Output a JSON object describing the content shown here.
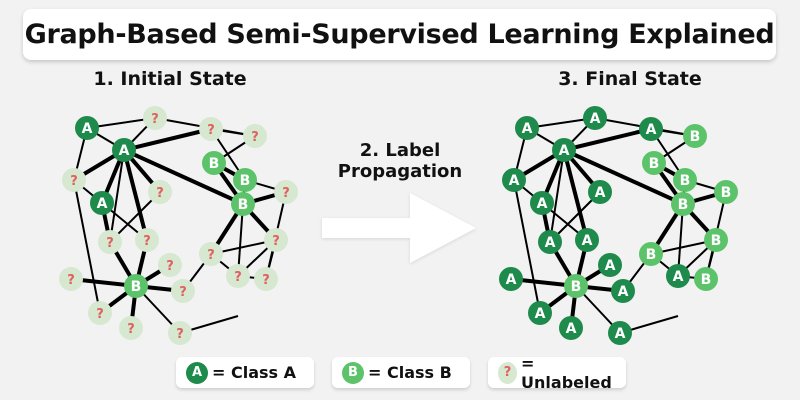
{
  "title": "Graph-Based Semi-Supervised Learning Explained",
  "stages": {
    "initial": "1. Initial State",
    "propagation_line1": "2. Label",
    "propagation_line2": "Propagation",
    "final": "3. Final State"
  },
  "colors": {
    "background": "#f2f2f2",
    "class_a": "#1e8a4c",
    "class_b": "#5cc36a",
    "unlabeled_fill": "#d6e8d0",
    "unlabeled_text": "#e06060",
    "edge": "#000000",
    "arrow": "#ffffff"
  },
  "node_labels": {
    "A": "A",
    "B": "B",
    "U": "?"
  },
  "legend": [
    {
      "symbol": "A",
      "type": "A",
      "label": "= Class A"
    },
    {
      "symbol": "B",
      "type": "B",
      "label": "= Class B"
    },
    {
      "symbol": "?",
      "type": "U",
      "label": "= Unlabeled"
    }
  ],
  "graph": {
    "initial_types": [
      "A",
      "A",
      "U",
      "U",
      "U",
      "B",
      "B",
      "U",
      "A",
      "U",
      "B",
      "U",
      "U",
      "U",
      "B",
      "U",
      "U",
      "U",
      "U",
      "U",
      "U",
      "U",
      "U",
      "U",
      "U"
    ],
    "final_types": [
      "A",
      "A",
      "A",
      "A",
      "B",
      "B",
      "B",
      "A",
      "A",
      "A",
      "B",
      "B",
      "A",
      "A",
      "B",
      "A",
      "B",
      "A",
      "A",
      "A",
      "A",
      "A",
      "A",
      "B",
      "B"
    ],
    "edges": [
      [
        0,
        1,
        "n"
      ],
      [
        0,
        2,
        "n"
      ],
      [
        0,
        7,
        "n"
      ],
      [
        1,
        2,
        "n"
      ],
      [
        1,
        3,
        "b"
      ],
      [
        1,
        7,
        "b"
      ],
      [
        1,
        8,
        "b"
      ],
      [
        1,
        9,
        "b"
      ],
      [
        1,
        10,
        "b"
      ],
      [
        1,
        13,
        "b"
      ],
      [
        1,
        12,
        "n"
      ],
      [
        2,
        4,
        "n"
      ],
      [
        3,
        4,
        "n"
      ],
      [
        3,
        6,
        "n"
      ],
      [
        4,
        5,
        "n"
      ],
      [
        5,
        6,
        "b"
      ],
      [
        5,
        10,
        "b"
      ],
      [
        6,
        10,
        "n"
      ],
      [
        6,
        11,
        "n"
      ],
      [
        10,
        11,
        "b"
      ],
      [
        7,
        8,
        "n"
      ],
      [
        8,
        12,
        "b"
      ],
      [
        8,
        13,
        "n"
      ],
      [
        12,
        14,
        "b"
      ],
      [
        13,
        14,
        "b"
      ],
      [
        14,
        15,
        "b"
      ],
      [
        14,
        17,
        "b"
      ],
      [
        14,
        18,
        "b"
      ],
      [
        14,
        19,
        "b"
      ],
      [
        14,
        20,
        "b"
      ],
      [
        14,
        21,
        "n"
      ],
      [
        9,
        12,
        "n"
      ],
      [
        7,
        18,
        "n"
      ],
      [
        10,
        16,
        "b"
      ],
      [
        10,
        22,
        "n"
      ],
      [
        10,
        23,
        "b"
      ],
      [
        11,
        24,
        "n"
      ],
      [
        16,
        23,
        "n"
      ],
      [
        16,
        22,
        "n"
      ],
      [
        16,
        20,
        "n"
      ],
      [
        22,
        24,
        "n"
      ],
      [
        22,
        23,
        "n"
      ],
      [
        23,
        24,
        "n"
      ],
      [
        21,
        25,
        "n"
      ]
    ]
  }
}
